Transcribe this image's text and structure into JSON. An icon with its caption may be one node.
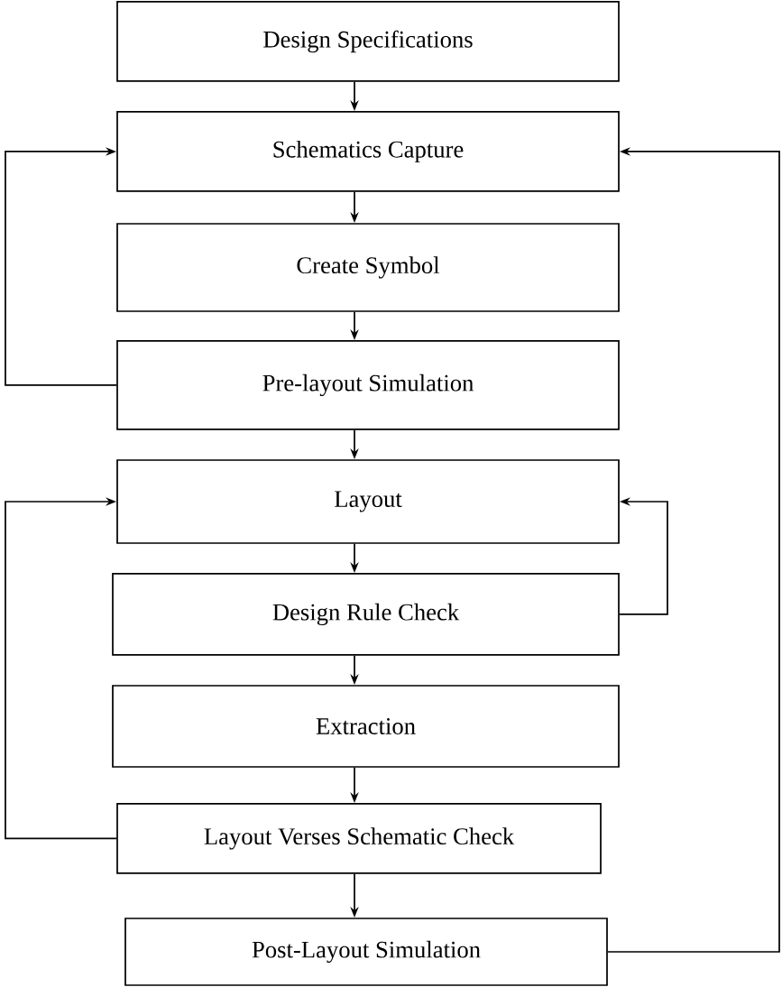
{
  "diagram": {
    "nodes": [
      {
        "text": [
          "Design Specifications"
        ]
      },
      {
        "text": [
          "Schematics Capture"
        ]
      },
      {
        "text": [
          "Create Symbol"
        ]
      },
      {
        "text": [
          "Pre-layout Simulation"
        ]
      },
      {
        "text": [
          "Layout"
        ]
      },
      {
        "text": [
          "Design Rule Check"
        ]
      },
      {
        "text": [
          "Extraction"
        ]
      },
      {
        "text": [
          "Layout Verses Schematic Check"
        ]
      },
      {
        "text": [
          "Post-Layout Simulation"
        ]
      }
    ],
    "edges": [
      {
        "from": 0,
        "to": 1,
        "arrow": "to"
      },
      {
        "from": 1,
        "to": 2,
        "arrow": "to"
      },
      {
        "from": 2,
        "to": 3,
        "arrow": "to"
      },
      {
        "from": 3,
        "to": 4,
        "arrow": "to"
      },
      {
        "from": 4,
        "to": 5,
        "arrow": "to"
      },
      {
        "from": 5,
        "to": 6,
        "arrow": "to"
      },
      {
        "from": 6,
        "to": 7,
        "arrow": "to"
      },
      {
        "from": 7,
        "to": 8,
        "arrow": "to"
      },
      {
        "from": 3,
        "to": 1,
        "arrow": "to"
      },
      {
        "from": 5,
        "to": 4,
        "arrow": "to"
      },
      {
        "from": 7,
        "to": 4,
        "arrow": "to"
      },
      {
        "from": 8,
        "to": 1,
        "arrow": "to"
      }
    ]
  }
}
